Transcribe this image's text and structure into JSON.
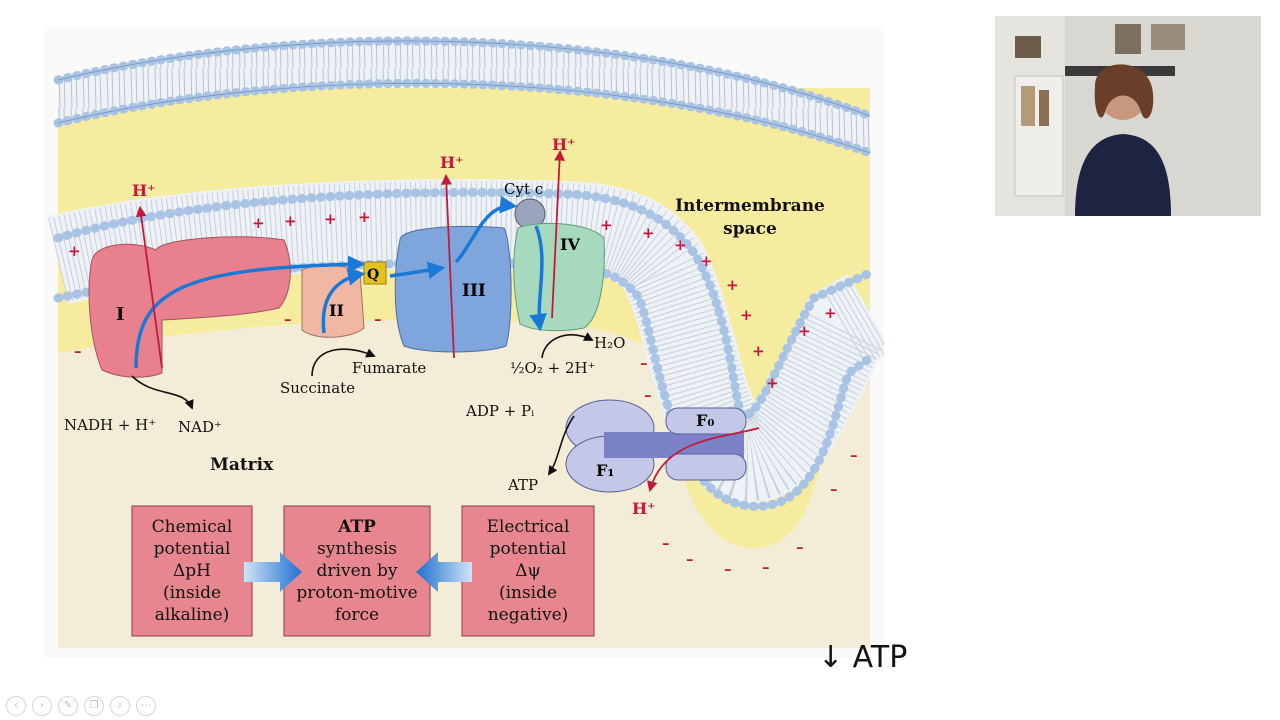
{
  "diagram": {
    "complexes": {
      "c1": "I",
      "c2": "II",
      "c3": "III",
      "c4": "IV",
      "q": "Q",
      "cyt": "Cyt c"
    },
    "protons": {
      "h1": "H⁺",
      "h2": "H⁺",
      "h3": "H⁺",
      "h_atp": "H⁺"
    },
    "substrates": {
      "nadh": "NADH + H⁺",
      "nad": "NAD⁺",
      "succinate": "Succinate",
      "fumarate": "Fumarate",
      "oxygen": "½O₂ + 2H⁺",
      "water": "H₂O",
      "adp": "ADP + Pᵢ",
      "atp": "ATP"
    },
    "atp_synthase": {
      "fo": "F₀",
      "f1": "F₁"
    },
    "regions": {
      "intermembrane_line1": "Intermembrane",
      "intermembrane_line2": "space",
      "matrix": "Matrix"
    },
    "boxes": {
      "chemical": [
        "Chemical",
        "potential",
        "ΔpH",
        "(inside",
        "alkaline)"
      ],
      "atp_synthesis": [
        "ATP",
        "synthesis",
        "driven by",
        "proton-motive",
        "force"
      ],
      "electrical": [
        "Electrical",
        "potential",
        "Δψ",
        "(inside",
        "negative)"
      ]
    },
    "charges": {
      "plus": "+",
      "minus": "–"
    }
  },
  "slide_note": "↓ ATP",
  "toolbar_icons": [
    "prev-icon",
    "next-icon",
    "pen-icon",
    "copy-icon",
    "zoom-icon",
    "more-icon"
  ],
  "colors": {
    "intermembrane": "#f6eca0",
    "matrix": "#f3ecd6",
    "lipid_head": "#a9c3e4",
    "complex_I": "#e8808e",
    "complex_II": "#f0b7a3",
    "complex_III": "#7ea6dc",
    "complex_IV": "#a6d9be",
    "quinone": "#e5c21e",
    "box": "#e88690",
    "electron_path": "#1a79d6",
    "proton": "#c31a3c"
  }
}
